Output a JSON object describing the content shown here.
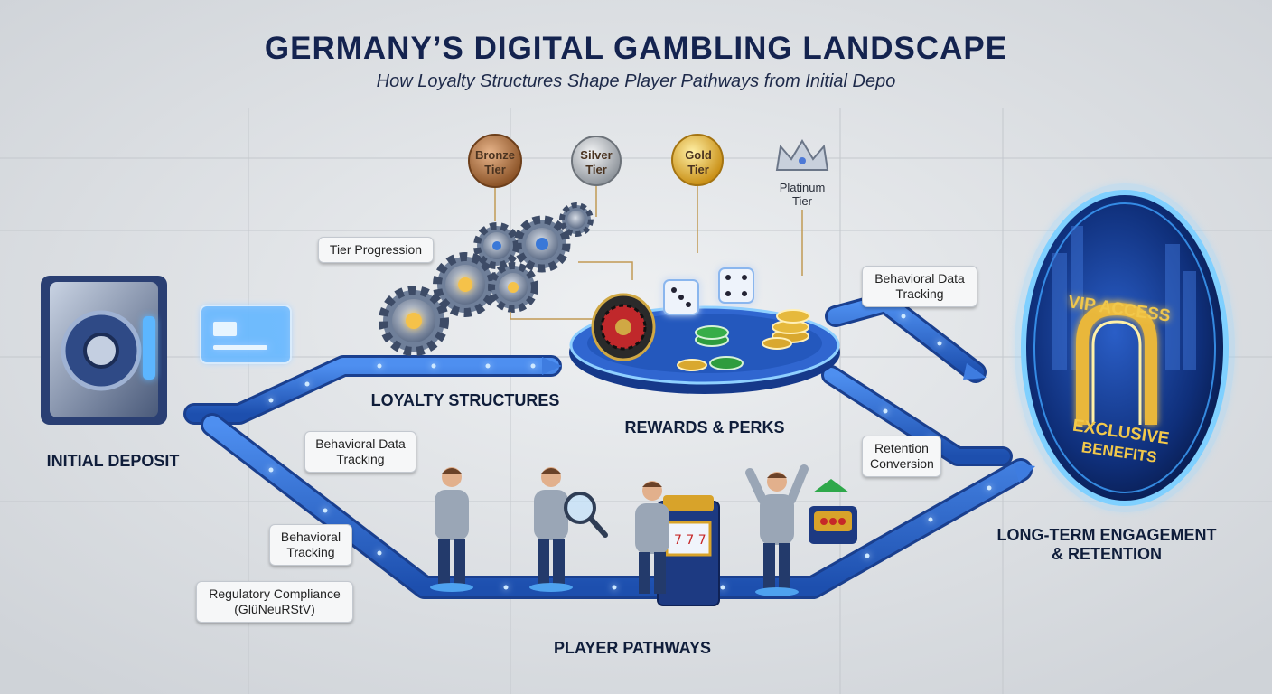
{
  "header": {
    "title": "GERMANY’S DIGITAL GAMBLING LANDSCAPE",
    "subtitle": "How Loyalty Structures Shape Player Pathways from Initial Depo"
  },
  "tiers": {
    "bronze": {
      "line1": "Bronze",
      "line2": "Tier"
    },
    "silver": {
      "line1": "Silver",
      "line2": "Tier"
    },
    "gold": {
      "line1": "Gold",
      "line2": "Tier"
    },
    "platinum": {
      "line1": "Platinum",
      "line2": "Tier"
    }
  },
  "callouts": {
    "tier_progression": "Tier Progression",
    "behavioral_data_top": {
      "line1": "Behavioral Data",
      "line2": "Tracking"
    },
    "behavioral_data_left": {
      "line1": "Behavioral Data",
      "line2": "Tracking"
    },
    "behavioral_tracking": {
      "line1": "Behavioral",
      "line2": "Tracking"
    },
    "regulatory": {
      "line1": "Regulatory Compliance",
      "line2": "(GlüNeuRStV)"
    },
    "retention": {
      "line1": "Retention",
      "line2": "Conversion"
    }
  },
  "sections": {
    "initial_deposit": "INITIAL DEPOSIT",
    "loyalty_structures": "LOYALTY STRUCTURES",
    "rewards_perks": "REWARDS & PERKS",
    "player_pathways": "PLAYER PATHWAYS",
    "long_term": {
      "line1": "LONG-TERM ENGAGEMENT",
      "line2": "& RETENTION"
    }
  },
  "vip_portal": {
    "line1": "VIP ACCESS",
    "line2": "EXCLUSIVE",
    "line3": "BENEFITS"
  },
  "colors": {
    "accent_blue": "#2f6fd8",
    "glow_blue": "#62b6ff",
    "navy": "#14234f",
    "gold": "#e9b73a",
    "bronze": "#b1743f",
    "silver": "#b9bec4"
  }
}
